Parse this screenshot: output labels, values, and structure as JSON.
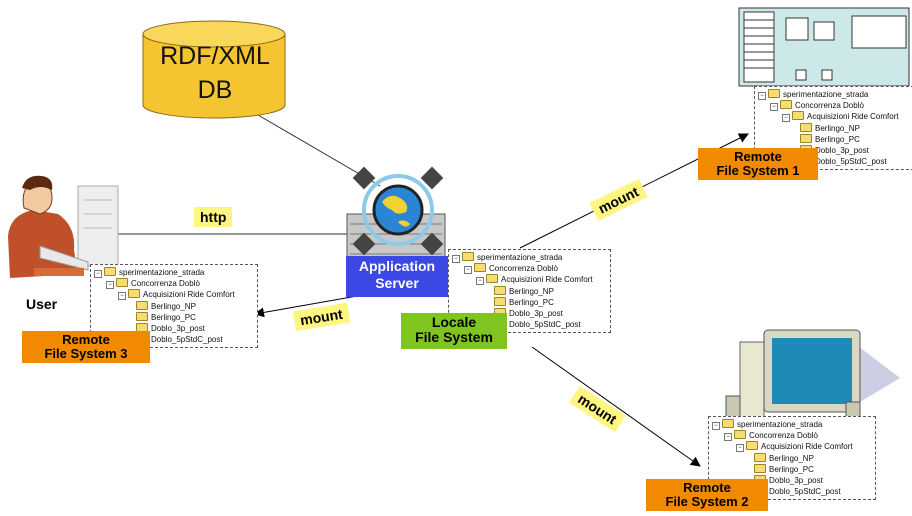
{
  "database": {
    "line1": "RDF/XML",
    "line2": "DB"
  },
  "application_server": {
    "line1": "Application",
    "line2": "Server"
  },
  "local_fs": {
    "line1": "Locale",
    "line2": "File System"
  },
  "user": {
    "label": "User"
  },
  "remote1": {
    "line1": "Remote",
    "line2": "File System 1"
  },
  "remote2": {
    "line1": "Remote",
    "line2": "File System 2"
  },
  "remote3": {
    "line1": "Remote",
    "line2": "File System 3"
  },
  "links": {
    "http": "http",
    "mount_user": "mount",
    "mount_remote1": "mount",
    "mount_remote2": "mount"
  },
  "tree_items": [
    "sperimentazione_strada",
    "Concorrenza Doblò",
    "Acquisizioni Ride Comfort",
    "Berlingo_NP",
    "Berlingo_PC",
    "Doblo_3p_post",
    "Doblo_5pStdC_post"
  ],
  "colors": {
    "db": "#f5c531",
    "server_label": "#3b48e3",
    "local_label": "#7fc41f",
    "remote_label": "#f28a00",
    "mount_label": "#fff582"
  }
}
